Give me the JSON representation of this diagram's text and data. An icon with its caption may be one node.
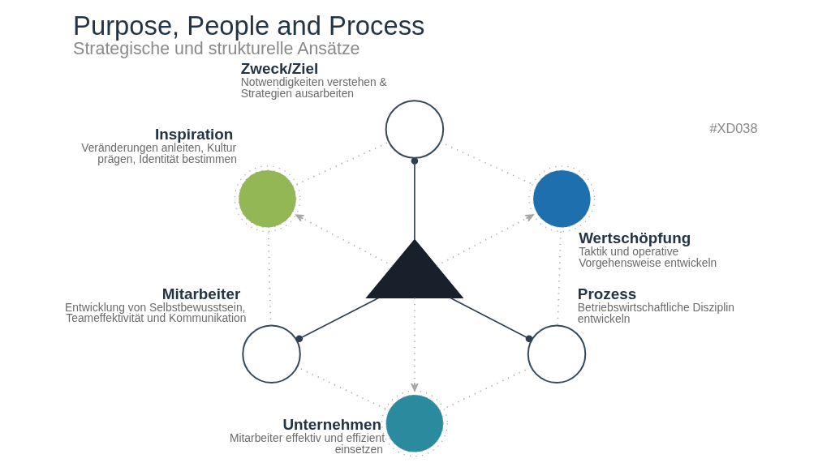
{
  "diagram": {
    "title": "Purpose, People and Process",
    "caption": "Strategische und strukturelle Ansätze",
    "nodes": [
      {
        "text": [
          "Zweck/Ziel"
        ],
        "beside": [
          "Notwendigkeiten verstehen & Strategien ausarbeiten"
        ]
      },
      {
        "text": [
          "Inspiration"
        ],
        "beside": [
          "Veränderungen anleiten, Kultur prägen, Identität bestimmen"
        ]
      },
      {
        "text": [
          "Wertschöpfung"
        ],
        "beside": [
          "Taktik und operative Vorgehensweise entwickeln"
        ]
      },
      {
        "text": [],
        "shape": "triangle"
      },
      {
        "text": [
          "Mitarbeiter"
        ],
        "beside": [
          "Entwicklung von Selbstbewusstsein, Teameffektivität und Kommunikation"
        ]
      },
      {
        "text": [
          "Prozess"
        ],
        "beside": [
          "Betriebswirtschaftliche Disziplin entwickeln"
        ]
      },
      {
        "text": [
          "Unternehmen"
        ],
        "beside": [
          "Mitarbeiter effektiv und effizient einsetzen"
        ]
      }
    ],
    "edges": [
      {
        "from": 3,
        "to": 0,
        "arrow": "other",
        "color": "#2e3f52"
      },
      {
        "from": 3,
        "to": 2,
        "arrow": "to",
        "style": "dashed"
      },
      {
        "from": 3,
        "to": 5,
        "arrow": "other",
        "color": "#2e3f52"
      },
      {
        "from": 3,
        "to": 6,
        "arrow": "to",
        "style": "dashed"
      },
      {
        "from": 3,
        "to": 4,
        "arrow": "other",
        "color": "#2e3f52"
      },
      {
        "from": 3,
        "to": 1,
        "arrow": "to",
        "style": "dashed"
      },
      {
        "from": 0,
        "to": 2,
        "arrow": "none",
        "style": "dashed"
      },
      {
        "from": 2,
        "to": 5,
        "arrow": "none",
        "style": "dashed"
      },
      {
        "from": 5,
        "to": 6,
        "arrow": "none",
        "style": "dashed"
      },
      {
        "from": 6,
        "to": 4,
        "arrow": "none",
        "style": "dashed"
      },
      {
        "from": 4,
        "to": 1,
        "arrow": "none",
        "style": "dashed"
      },
      {
        "from": 1,
        "to": 0,
        "arrow": "none",
        "style": "dashed"
      }
    ],
    "labels": [
      "#XD038"
    ]
  }
}
